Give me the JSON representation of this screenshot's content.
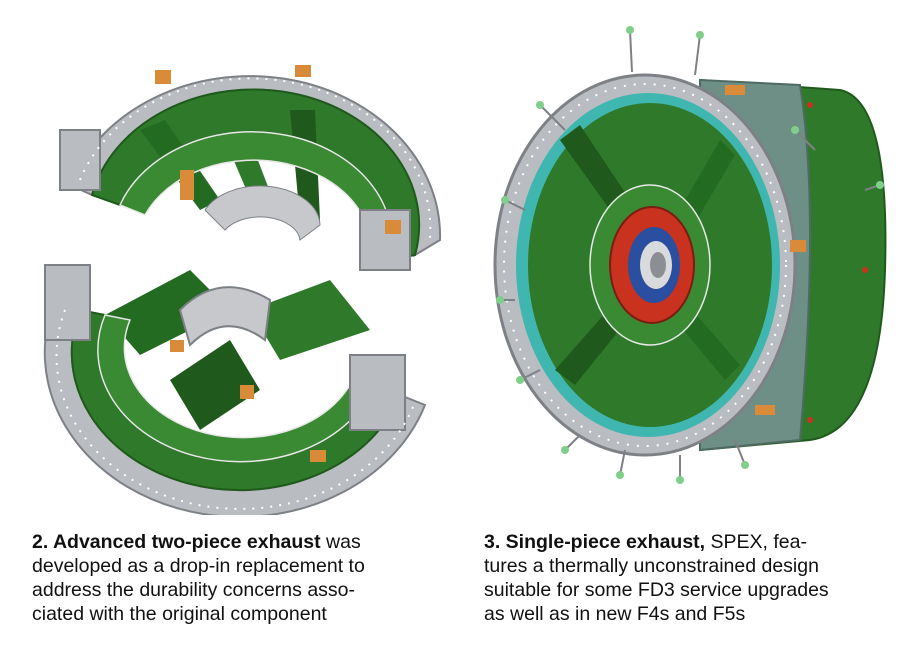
{
  "figures": [
    {
      "caption": {
        "bold": "2. Advanced two-piece exhaust",
        "line1_rest": " was",
        "line2": "developed as a drop-in replacement to",
        "line3": "address the durability concerns asso-",
        "line4": "ciated with the original component"
      }
    },
    {
      "caption": {
        "bold": "3. Single-piece exhaust,",
        "line1_rest": " SPEX, fea-",
        "line2": "tures a thermally unconstrained design",
        "line3": "suitable for some FD3 service upgrades",
        "line4": "as well as in new F4s and F5s"
      }
    }
  ],
  "colors": {
    "casing_green": "#2f7a2a",
    "casing_green_dark": "#1f5a1c",
    "flange_gray": "#b9bcc0",
    "flange_gray_dark": "#7d8186",
    "bracket_orange": "#d98b3a",
    "hub_red": "#c8321e",
    "hub_blue": "#2a4fa0",
    "teal_ring": "#3fb7b0"
  }
}
